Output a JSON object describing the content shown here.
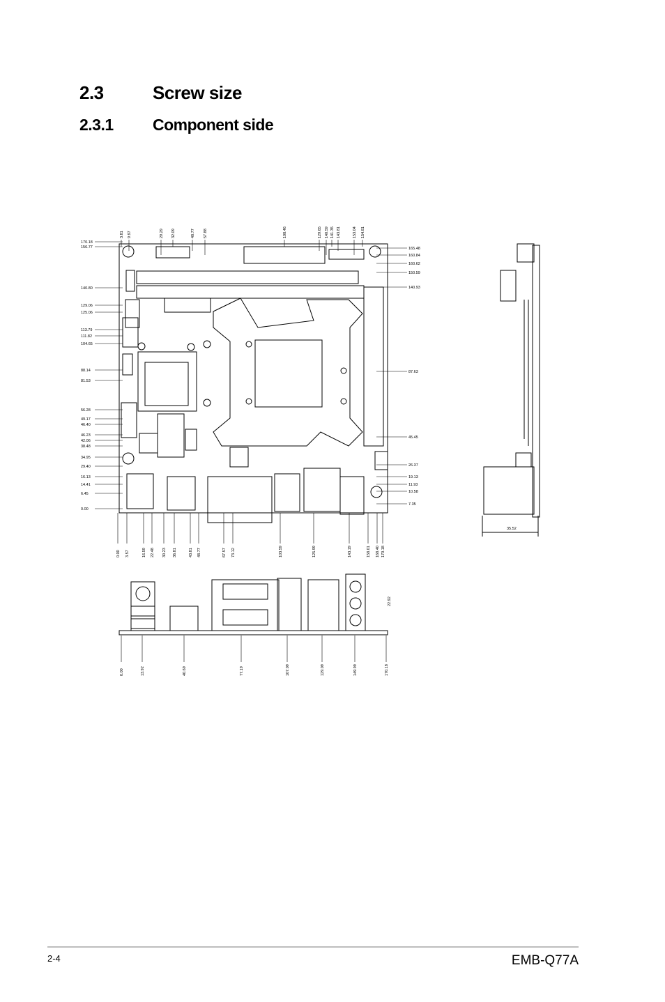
{
  "section": {
    "number": "2.3",
    "title": "Screw size"
  },
  "subsection": {
    "number": "2.3.1",
    "title": "Component side"
  },
  "top_dims": [
    "3.81",
    "9.97",
    "29.29",
    "32.09",
    "48.77",
    "57.88",
    "108.46",
    "129.65",
    "140.59",
    "141.35",
    "143.81",
    "153.04",
    "154.81"
  ],
  "left_dims": [
    "170.18",
    "156.77",
    "140.80",
    "129.06",
    "125.06",
    "113.79",
    "111.82",
    "104.65",
    "88.14",
    "81.53",
    "56.28",
    "49.17",
    "46.40",
    "46.23",
    "42.06",
    "38.48",
    "34.95",
    "29.40",
    "16.13",
    "14.41",
    "6.45",
    "0.00"
  ],
  "right_dims": [
    "165.48",
    "160.84",
    "160.62",
    "150.59",
    "140.93",
    "87.63",
    "45.45",
    "26.37",
    "19.13",
    "11.93",
    "10.58",
    "7.35"
  ],
  "bottom_dims": [
    "0.00",
    "3.57",
    "16.59",
    "22.48",
    "30.23",
    "36.81",
    "43.81",
    "48.77",
    "67.57",
    "73.12",
    "103.59",
    "125.99",
    "143.19",
    "158.01",
    "168.40",
    "170.18"
  ],
  "io_dims": [
    "0.00",
    "13.92",
    "40.69",
    "77.19",
    "107.09",
    "129.09",
    "149.99",
    "170.18"
  ],
  "io_height": "22.92",
  "side_dim": "35.52",
  "footer": {
    "page": "2-4",
    "product": "EMB-Q77A"
  }
}
